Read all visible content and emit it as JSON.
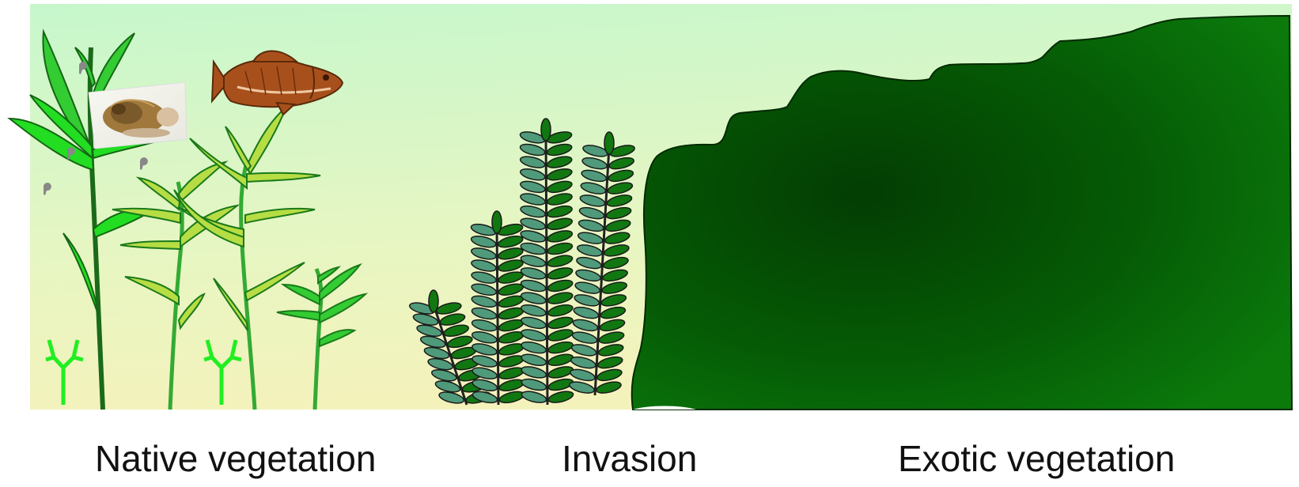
{
  "labels": {
    "native": "Native vegetation",
    "invasion": "Invasion",
    "exotic": "Exotic vegetation"
  },
  "colors": {
    "water_top": "#c6f7cc",
    "water_bottom": "#f2f4c0",
    "native_bright": "#22dd22",
    "native_mid": "#33aa33",
    "native_pale": "#b6dd44",
    "invasive_leaf_dark": "#117711",
    "invasive_leaf_pale": "#4f9a7a",
    "exotic_dark": "#033d03",
    "exotic_light": "#0b7a0b",
    "fish": "#a8501c",
    "snail": "#a0783c",
    "seedling": "#22ee22",
    "eggs": "#888888"
  },
  "icons": [
    "fish-icon",
    "snail-icon",
    "seedling-icon",
    "egg-icon"
  ]
}
